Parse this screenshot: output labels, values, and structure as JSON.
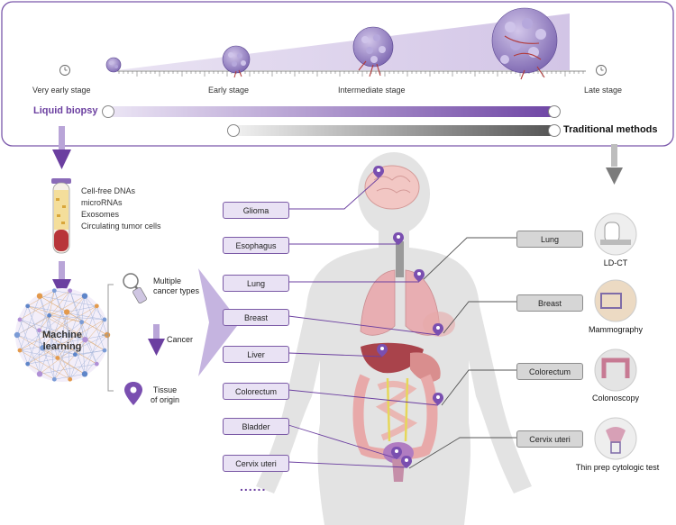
{
  "stages": {
    "very_early": "Very early stage",
    "early": "Early stage",
    "intermediate": "Intermediate stage",
    "late": "Late stage"
  },
  "liquid_biopsy": "Liquid biopsy",
  "traditional_methods": "Traditional methods",
  "biomarkers": [
    "Cell-free DNAs",
    "microRNAs",
    "Exosomes",
    "Circulating tumor cells"
  ],
  "machine_learning": [
    "Machine",
    "learning"
  ],
  "ml_outputs": {
    "multiple_cancer_types": [
      "Multiple",
      "cancer types"
    ],
    "cancer": "Cancer",
    "tissue_of_origin": [
      "Tissue",
      "of origin"
    ]
  },
  "organs": [
    "Glioma",
    "Esophagus",
    "Lung",
    "Breast",
    "Liver",
    "Colorectum",
    "Bladder",
    "Cervix uteri"
  ],
  "ellipsis": "......",
  "traditional": [
    {
      "organ": "Lung",
      "method": "LD-CT"
    },
    {
      "organ": "Breast",
      "method": "Mammography"
    },
    {
      "organ": "Colorectum",
      "method": "Colonoscopy"
    },
    {
      "organ": "Cervix uteri",
      "method": "Thin prep cytologic test"
    }
  ],
  "colors": {
    "purple": "#6b3fa0",
    "light_purple": "#d8cde8",
    "grey": "#9a9a9a",
    "body": "#e3e3e3"
  }
}
